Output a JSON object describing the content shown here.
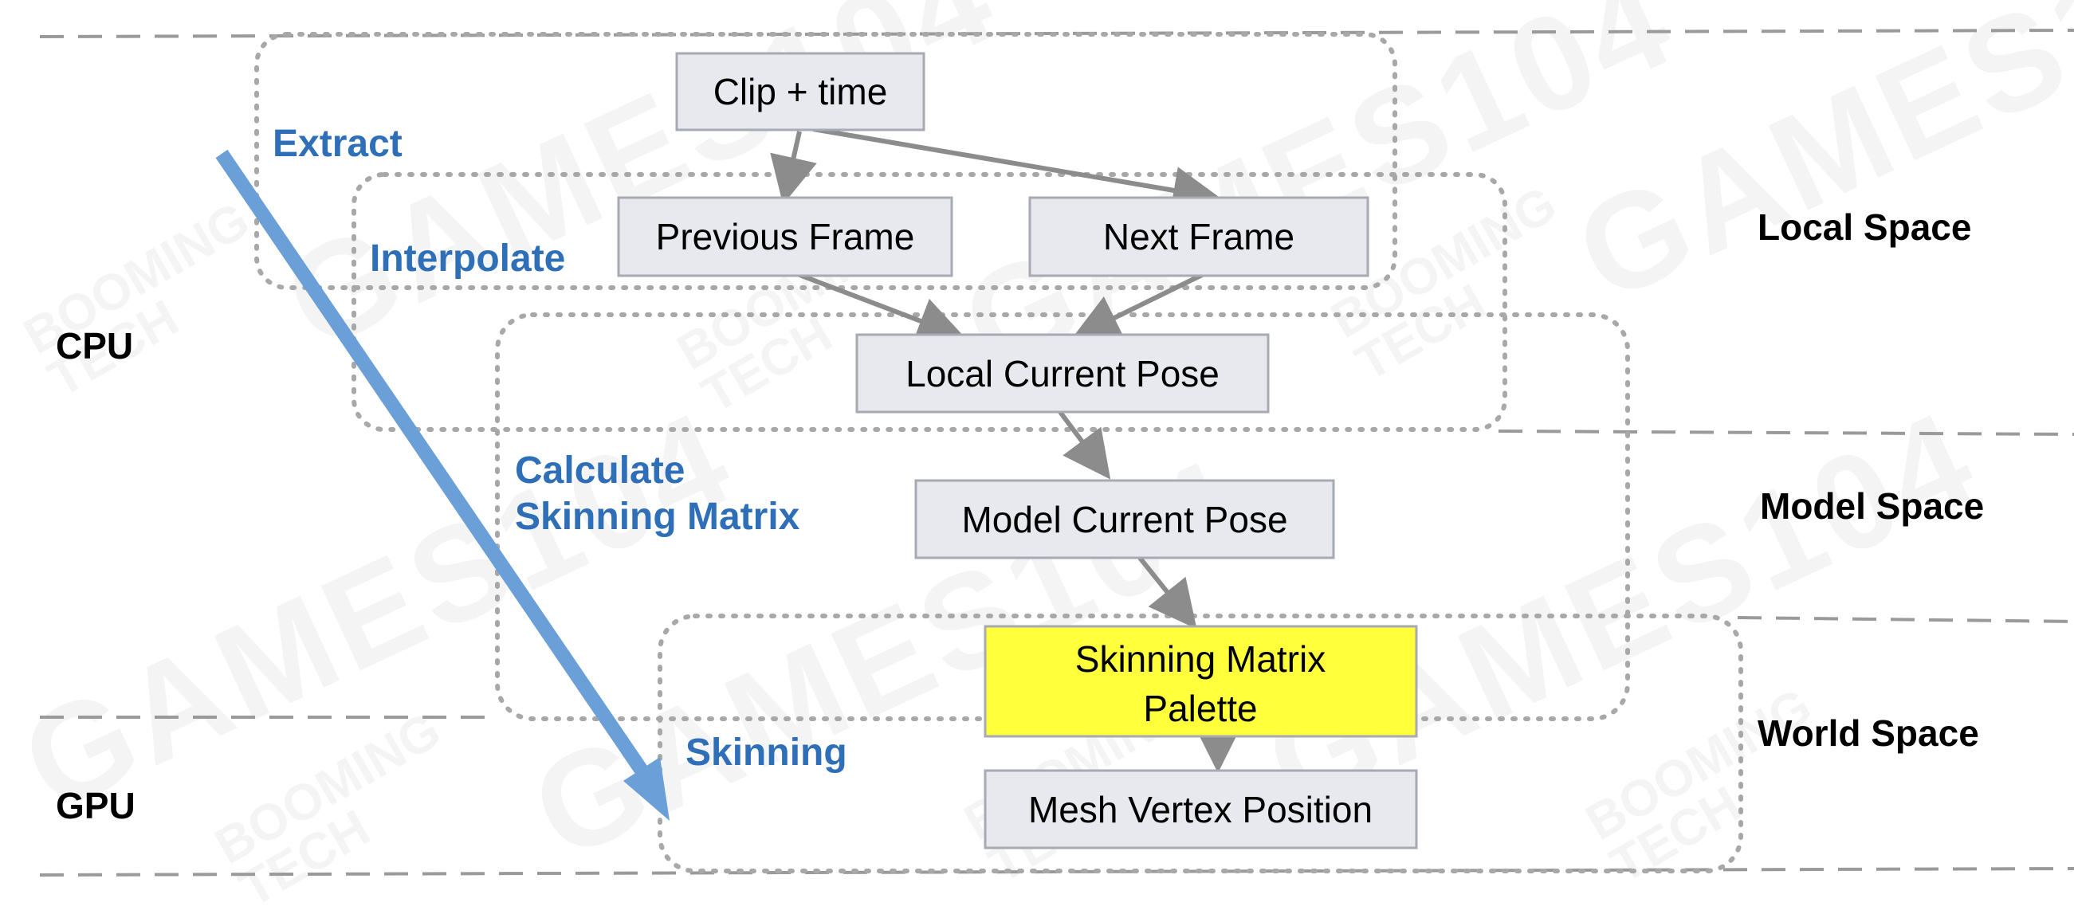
{
  "colors": {
    "stage_label": "#2f6fb8",
    "box_fill": "#e8e9ee",
    "box_stroke": "#a7a9b3",
    "highlight_fill": "#ffff3c",
    "arrow": "#8c8c8c",
    "big_arrow": "#6a9fd8",
    "dotted": "#a8a8a8",
    "dashed": "#9a9a9a"
  },
  "nodes": {
    "clip_time": "Clip + time",
    "previous_frame": "Previous Frame",
    "next_frame": "Next Frame",
    "local_current_pose": "Local Current Pose",
    "model_current_pose": "Model Current Pose",
    "skinning_matrix_palette": [
      "Skinning Matrix",
      "Palette"
    ],
    "mesh_vertex_position": "Mesh Vertex Position"
  },
  "stages": {
    "extract": "Extract",
    "interpolate": "Interpolate",
    "calculate": [
      "Calculate",
      "Skinning Matrix"
    ],
    "skinning": "Skinning"
  },
  "processors": {
    "cpu": "CPU",
    "gpu": "GPU"
  },
  "spaces": {
    "local": "Local Space",
    "model": "Model Space",
    "world": "World Space"
  },
  "watermarks": {
    "games": "GAMES104",
    "booming_line1": "BOOMING",
    "booming_line2": "TECH"
  }
}
